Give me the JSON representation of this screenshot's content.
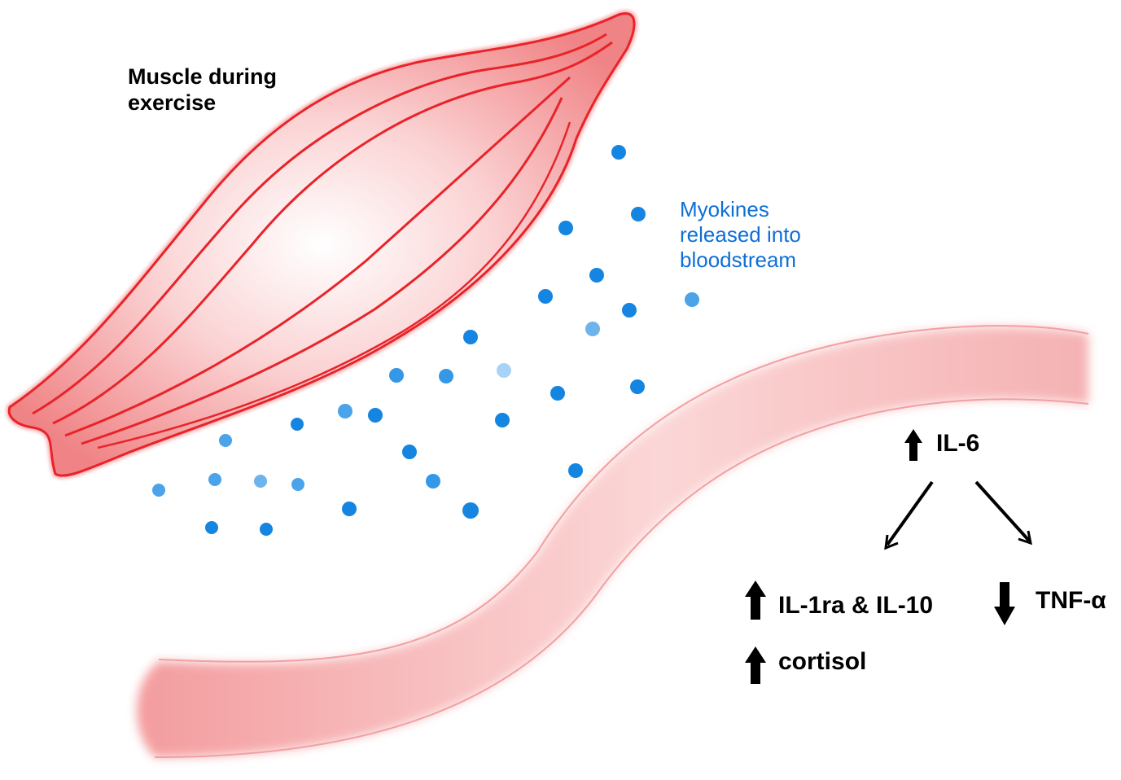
{
  "muscle": {
    "label_line1": "Muscle during",
    "label_line2": "exercise",
    "color": "#e8242a"
  },
  "myokines": {
    "label_line1": "Myokines",
    "label_line2": "released into",
    "label_line3": "bloodstream",
    "color": "#0e6fd6"
  },
  "blood_vessel": {
    "color": "#f08a8c"
  },
  "effects": {
    "il6": {
      "label": "IL-6",
      "direction": "up"
    },
    "il1ra_il10": {
      "label": "IL-1ra & IL-10",
      "direction": "up"
    },
    "tnf_alpha": {
      "label": "TNF-α",
      "direction": "down"
    },
    "cortisol": {
      "label": "cortisol",
      "direction": "up"
    }
  }
}
